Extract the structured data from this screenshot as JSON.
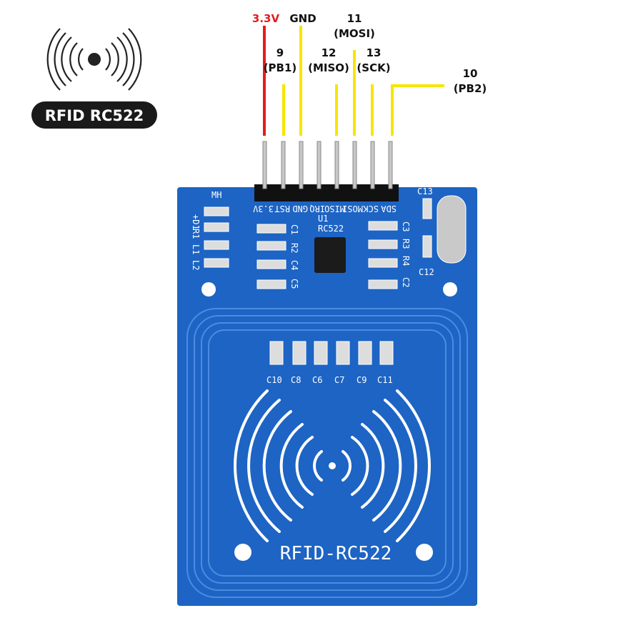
{
  "logo": {
    "badge_text": "RFID RC522"
  },
  "wire_labels": {
    "vcc": {
      "text": "3.3V",
      "color": "#e51c1c"
    },
    "gnd": {
      "text": "GND"
    },
    "pin9": {
      "num": "9",
      "name": "(PB1)"
    },
    "pin12": {
      "num": "12",
      "name": "(MISO)"
    },
    "pin11": {
      "num": "11",
      "name": "(MOSI)"
    },
    "pin13": {
      "num": "13",
      "name": "(SCK)"
    },
    "pin10": {
      "num": "10",
      "name": "(PB2)"
    },
    "wire_color": "#f7e600"
  },
  "board": {
    "color": "#1d64c4",
    "header_pins": [
      "3.3V",
      "RST",
      "GND",
      "IRQ",
      "MISO",
      "MOSI",
      "SCK",
      "SDA"
    ],
    "chip_ref": "U1",
    "chip_name": "RC522",
    "mh_label": "MH",
    "left_labels": [
      "+D1",
      "R1",
      "L1",
      "L2"
    ],
    "mid_left_labels": [
      "C1",
      "R2",
      "C4",
      "C5"
    ],
    "mid_right_labels": [
      "C3",
      "R3",
      "R4",
      "C2"
    ],
    "right_labels": [
      "C13",
      "C12"
    ],
    "cap_labels": [
      "C10",
      "C8",
      "C6",
      "C7",
      "C9",
      "C11"
    ],
    "antenna_text": "RFID-RC522"
  }
}
